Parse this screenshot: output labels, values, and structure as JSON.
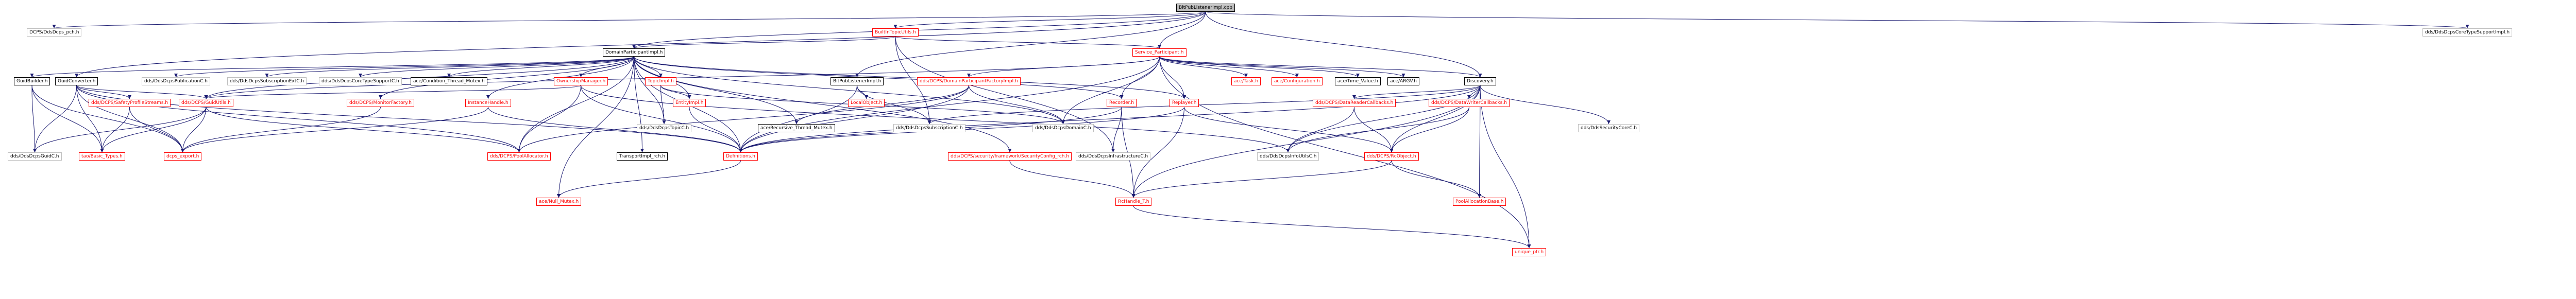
{
  "colors": {
    "edge": "#191970",
    "edge_alt": "#191970",
    "border_default": "#bfbfbf",
    "border_black": "#000000",
    "border_red": "#ff0000",
    "root_fill": "#bfbfbf"
  },
  "nodes": [
    {
      "id": "root",
      "label": "BitPubListenerImpl.cpp",
      "style": "root"
    },
    {
      "id": "dcps_pch",
      "label": "DCPS/DdsDcps_pch.h",
      "style": "plain"
    },
    {
      "id": "builtin_topic_utils",
      "label": "BuiltInTopicUtils.h",
      "style": "red"
    },
    {
      "id": "service_participant",
      "label": "Service_Participant.h",
      "style": "red"
    },
    {
      "id": "core_type_support_impl",
      "label": "dds/DdsDcpsCoreTypeSupportImpl.h",
      "style": "plain"
    },
    {
      "id": "domain_participant_impl",
      "label": "DomainParticipantImpl.h",
      "style": "black"
    },
    {
      "id": "guid_builder",
      "label": "GuidBuilder.h",
      "style": "black"
    },
    {
      "id": "guid_converter",
      "label": "GuidConverter.h",
      "style": "black"
    },
    {
      "id": "publication_c",
      "label": "dds/DdsDcpsPublicationC.h",
      "style": "plain"
    },
    {
      "id": "subscription_ext_c",
      "label": "dds/DdsDcpsSubscriptionExtC.h",
      "style": "plain"
    },
    {
      "id": "core_type_support_c",
      "label": "dds/DdsDcpsCoreTypeSupportC.h",
      "style": "plain"
    },
    {
      "id": "condition_thread_mutex",
      "label": "ace/Condition_Thread_Mutex.h",
      "style": "black"
    },
    {
      "id": "ownership_manager",
      "label": "OwnershipManager.h",
      "style": "red"
    },
    {
      "id": "topic_impl",
      "label": "TopicImpl.h",
      "style": "red"
    },
    {
      "id": "bit_pub_listener_impl_h",
      "label": "BitPubListenerImpl.h",
      "style": "black"
    },
    {
      "id": "dp_factory_impl",
      "label": "dds/DCPS/DomainParticipantFactoryImpl.h",
      "style": "red"
    },
    {
      "id": "ace_task",
      "label": "ace/Task.h",
      "style": "red"
    },
    {
      "id": "ace_configuration",
      "label": "ace/Configuration.h",
      "style": "red"
    },
    {
      "id": "ace_time_value",
      "label": "ace/Time_Value.h",
      "style": "black"
    },
    {
      "id": "ace_arch",
      "label": "ace/ARGV.h",
      "style": "black"
    },
    {
      "id": "discovery",
      "label": "Discovery.h",
      "style": "black"
    },
    {
      "id": "safety_profile_streams",
      "label": "dds/DCPS/SafetyProfileStreams.h",
      "style": "red"
    },
    {
      "id": "guid_utils",
      "label": "dds/DCPS/GuidUtils.h",
      "style": "red"
    },
    {
      "id": "monitor_factory",
      "label": "dds/DCPS/MonitorFactory.h",
      "style": "red"
    },
    {
      "id": "instance_handle",
      "label": "InstanceHandle.h",
      "style": "red"
    },
    {
      "id": "topic_c",
      "label": "dds/DdsDcpsTopicC.h",
      "style": "plain"
    },
    {
      "id": "entity_impl",
      "label": "EntityImpl.h",
      "style": "red"
    },
    {
      "id": "recursive_thread_mutex",
      "label": "ace/Recursive_Thread_Mutex.h",
      "style": "black"
    },
    {
      "id": "local_object",
      "label": "LocalObject.h",
      "style": "red"
    },
    {
      "id": "subscription_c",
      "label": "dds/DdsDcpsSubscriptionC.h",
      "style": "plain"
    },
    {
      "id": "domain_c",
      "label": "dds/DdsDcpsDomainC.h",
      "style": "plain"
    },
    {
      "id": "recorder",
      "label": "Recorder.h",
      "style": "red"
    },
    {
      "id": "replayer",
      "label": "Replayer.h",
      "style": "red"
    },
    {
      "id": "data_reader_callbacks",
      "label": "dds/DCPS/DataReaderCallbacks.h",
      "style": "red"
    },
    {
      "id": "data_writer_callbacks",
      "label": "dds/DCPS/DataWriterCallbacks.h",
      "style": "red"
    },
    {
      "id": "security_core_c",
      "label": "dds/DdsSecurityCoreC.h",
      "style": "plain"
    },
    {
      "id": "guid_c",
      "label": "dds/DdsDcpsGuidC.h",
      "style": "plain"
    },
    {
      "id": "tao_basic_types",
      "label": "tao/Basic_Types.h",
      "style": "red"
    },
    {
      "id": "dcps_export",
      "label": "dcps_export.h",
      "style": "red"
    },
    {
      "id": "pool_allocator",
      "label": "dds/DCPS/PoolAllocator.h",
      "style": "red"
    },
    {
      "id": "transport_impl_rch",
      "label": "TransportImpl_rch.h",
      "style": "black"
    },
    {
      "id": "definitions",
      "label": "Definitions.h",
      "style": "red"
    },
    {
      "id": "security_config_rch",
      "label": "dds/DCPS/security/framework/SecurityConfig_rch.h",
      "style": "red"
    },
    {
      "id": "infrastructure_c",
      "label": "dds/DdsDcpsInfrastructureC.h",
      "style": "plain"
    },
    {
      "id": "info_utils_c",
      "label": "dds/DdsDcpsInfoUtilsC.h",
      "style": "plain"
    },
    {
      "id": "rc_object",
      "label": "dds/DCPS/RcObject.h",
      "style": "red"
    },
    {
      "id": "null_mutex",
      "label": "ace/Null_Mutex.h",
      "style": "red"
    },
    {
      "id": "rc_handle_t",
      "label": "RcHandle_T.h",
      "style": "red"
    },
    {
      "id": "pool_allocation_base",
      "label": "PoolAllocationBase.h",
      "style": "red"
    },
    {
      "id": "unique_ptr",
      "label": "unique_ptr.h",
      "style": "red"
    }
  ],
  "edges": [
    [
      "root",
      "dcps_pch"
    ],
    [
      "root",
      "builtin_topic_utils"
    ],
    [
      "root",
      "service_participant"
    ],
    [
      "root",
      "core_type_support_impl"
    ],
    [
      "root",
      "domain_participant_impl"
    ],
    [
      "root",
      "guid_converter"
    ],
    [
      "root",
      "bit_pub_listener_impl_h"
    ],
    [
      "root",
      "discovery"
    ],
    [
      "builtin_topic_utils",
      "service_participant"
    ],
    [
      "builtin_topic_utils",
      "domain_participant_impl"
    ],
    [
      "builtin_topic_utils",
      "subscription_c"
    ],
    [
      "builtin_topic_utils",
      "infrastructure_c"
    ],
    [
      "service_participant",
      "dp_factory_impl"
    ],
    [
      "service_participant",
      "ace_task"
    ],
    [
      "service_participant",
      "ace_configuration"
    ],
    [
      "service_participant",
      "ace_time_value"
    ],
    [
      "service_participant",
      "ace_arch"
    ],
    [
      "service_participant",
      "discovery"
    ],
    [
      "service_participant",
      "domain_c"
    ],
    [
      "service_participant",
      "recorder"
    ],
    [
      "service_participant",
      "replayer"
    ],
    [
      "service_participant",
      "unique_ptr"
    ],
    [
      "service_participant",
      "guid_utils"
    ],
    [
      "service_participant",
      "definitions"
    ],
    [
      "domain_participant_impl",
      "guid_builder"
    ],
    [
      "domain_participant_impl",
      "publication_c"
    ],
    [
      "domain_participant_impl",
      "subscription_ext_c"
    ],
    [
      "domain_participant_impl",
      "core_type_support_c"
    ],
    [
      "domain_participant_impl",
      "condition_thread_mutex"
    ],
    [
      "domain_participant_impl",
      "ownership_manager"
    ],
    [
      "domain_participant_impl",
      "topic_impl"
    ],
    [
      "domain_participant_impl",
      "monitor_factory"
    ],
    [
      "domain_participant_impl",
      "instance_handle"
    ],
    [
      "domain_participant_impl",
      "topic_c"
    ],
    [
      "domain_participant_impl",
      "entity_impl"
    ],
    [
      "domain_participant_impl",
      "recursive_thread_mutex"
    ],
    [
      "domain_participant_impl",
      "domain_c"
    ],
    [
      "domain_participant_impl",
      "recorder"
    ],
    [
      "domain_participant_impl",
      "replayer"
    ],
    [
      "domain_participant_impl",
      "guid_utils"
    ],
    [
      "domain_participant_impl",
      "pool_allocator"
    ],
    [
      "domain_participant_impl",
      "transport_impl_rch"
    ],
    [
      "domain_participant_impl",
      "definitions"
    ],
    [
      "domain_participant_impl",
      "security_config_rch"
    ],
    [
      "domain_participant_impl",
      "null_mutex"
    ],
    [
      "guid_builder",
      "guid_c"
    ],
    [
      "guid_builder",
      "dcps_export"
    ],
    [
      "guid_builder",
      "tao_basic_types"
    ],
    [
      "guid_converter",
      "guid_utils"
    ],
    [
      "guid_converter",
      "safety_profile_streams"
    ],
    [
      "guid_converter",
      "dcps_export"
    ],
    [
      "guid_converter",
      "guid_c"
    ],
    [
      "guid_converter",
      "tao_basic_types"
    ],
    [
      "guid_converter",
      "definitions"
    ],
    [
      "guid_converter",
      "pool_allocator"
    ],
    [
      "ownership_manager",
      "guid_utils"
    ],
    [
      "ownership_manager",
      "pool_allocator"
    ],
    [
      "ownership_manager",
      "definitions"
    ],
    [
      "ownership_manager",
      "info_utils_c"
    ],
    [
      "topic_impl",
      "topic_c"
    ],
    [
      "topic_impl",
      "entity_impl"
    ],
    [
      "topic_impl",
      "domain_c"
    ],
    [
      "entity_impl",
      "definitions"
    ],
    [
      "bit_pub_listener_impl_h",
      "local_object"
    ],
    [
      "bit_pub_listener_impl_h",
      "subscription_c"
    ],
    [
      "bit_pub_listener_impl_h",
      "definitions"
    ],
    [
      "dp_factory_impl",
      "domain_c"
    ],
    [
      "dp_factory_impl",
      "definitions"
    ],
    [
      "dp_factory_impl",
      "recursive_thread_mutex"
    ],
    [
      "dp_factory_impl",
      "pool_allocator"
    ],
    [
      "discovery",
      "data_reader_callbacks"
    ],
    [
      "discovery",
      "data_writer_callbacks"
    ],
    [
      "discovery",
      "security_core_c"
    ],
    [
      "discovery",
      "rc_object"
    ],
    [
      "discovery",
      "rc_handle_t"
    ],
    [
      "discovery",
      "unique_ptr"
    ],
    [
      "discovery",
      "info_utils_c"
    ],
    [
      "discovery",
      "pool_allocation_base"
    ],
    [
      "discovery",
      "definitions"
    ],
    [
      "discovery",
      "subscription_c"
    ],
    [
      "safety_profile_streams",
      "tao_basic_types"
    ],
    [
      "safety_profile_streams",
      "dcps_export"
    ],
    [
      "guid_utils",
      "guid_c"
    ],
    [
      "guid_utils",
      "tao_basic_types"
    ],
    [
      "guid_utils",
      "dcps_export"
    ],
    [
      "guid_utils",
      "pool_allocator"
    ],
    [
      "monitor_factory",
      "dcps_export"
    ],
    [
      "instance_handle",
      "dcps_export"
    ],
    [
      "instance_handle",
      "definitions"
    ],
    [
      "recorder",
      "definitions"
    ],
    [
      "recorder",
      "rc_handle_t"
    ],
    [
      "recorder",
      "infrastructure_c"
    ],
    [
      "replayer",
      "definitions"
    ],
    [
      "replayer",
      "rc_handle_t"
    ],
    [
      "replayer",
      "rc_object"
    ],
    [
      "data_reader_callbacks",
      "rc_object"
    ],
    [
      "data_reader_callbacks",
      "info_utils_c"
    ],
    [
      "data_writer_callbacks",
      "rc_object"
    ],
    [
      "data_writer_callbacks",
      "info_utils_c"
    ],
    [
      "definitions",
      "null_mutex"
    ],
    [
      "security_config_rch",
      "rc_handle_t"
    ],
    [
      "rc_object",
      "rc_handle_t"
    ],
    [
      "rc_object",
      "pool_allocation_base"
    ],
    [
      "rc_handle_t",
      "unique_ptr"
    ]
  ]
}
